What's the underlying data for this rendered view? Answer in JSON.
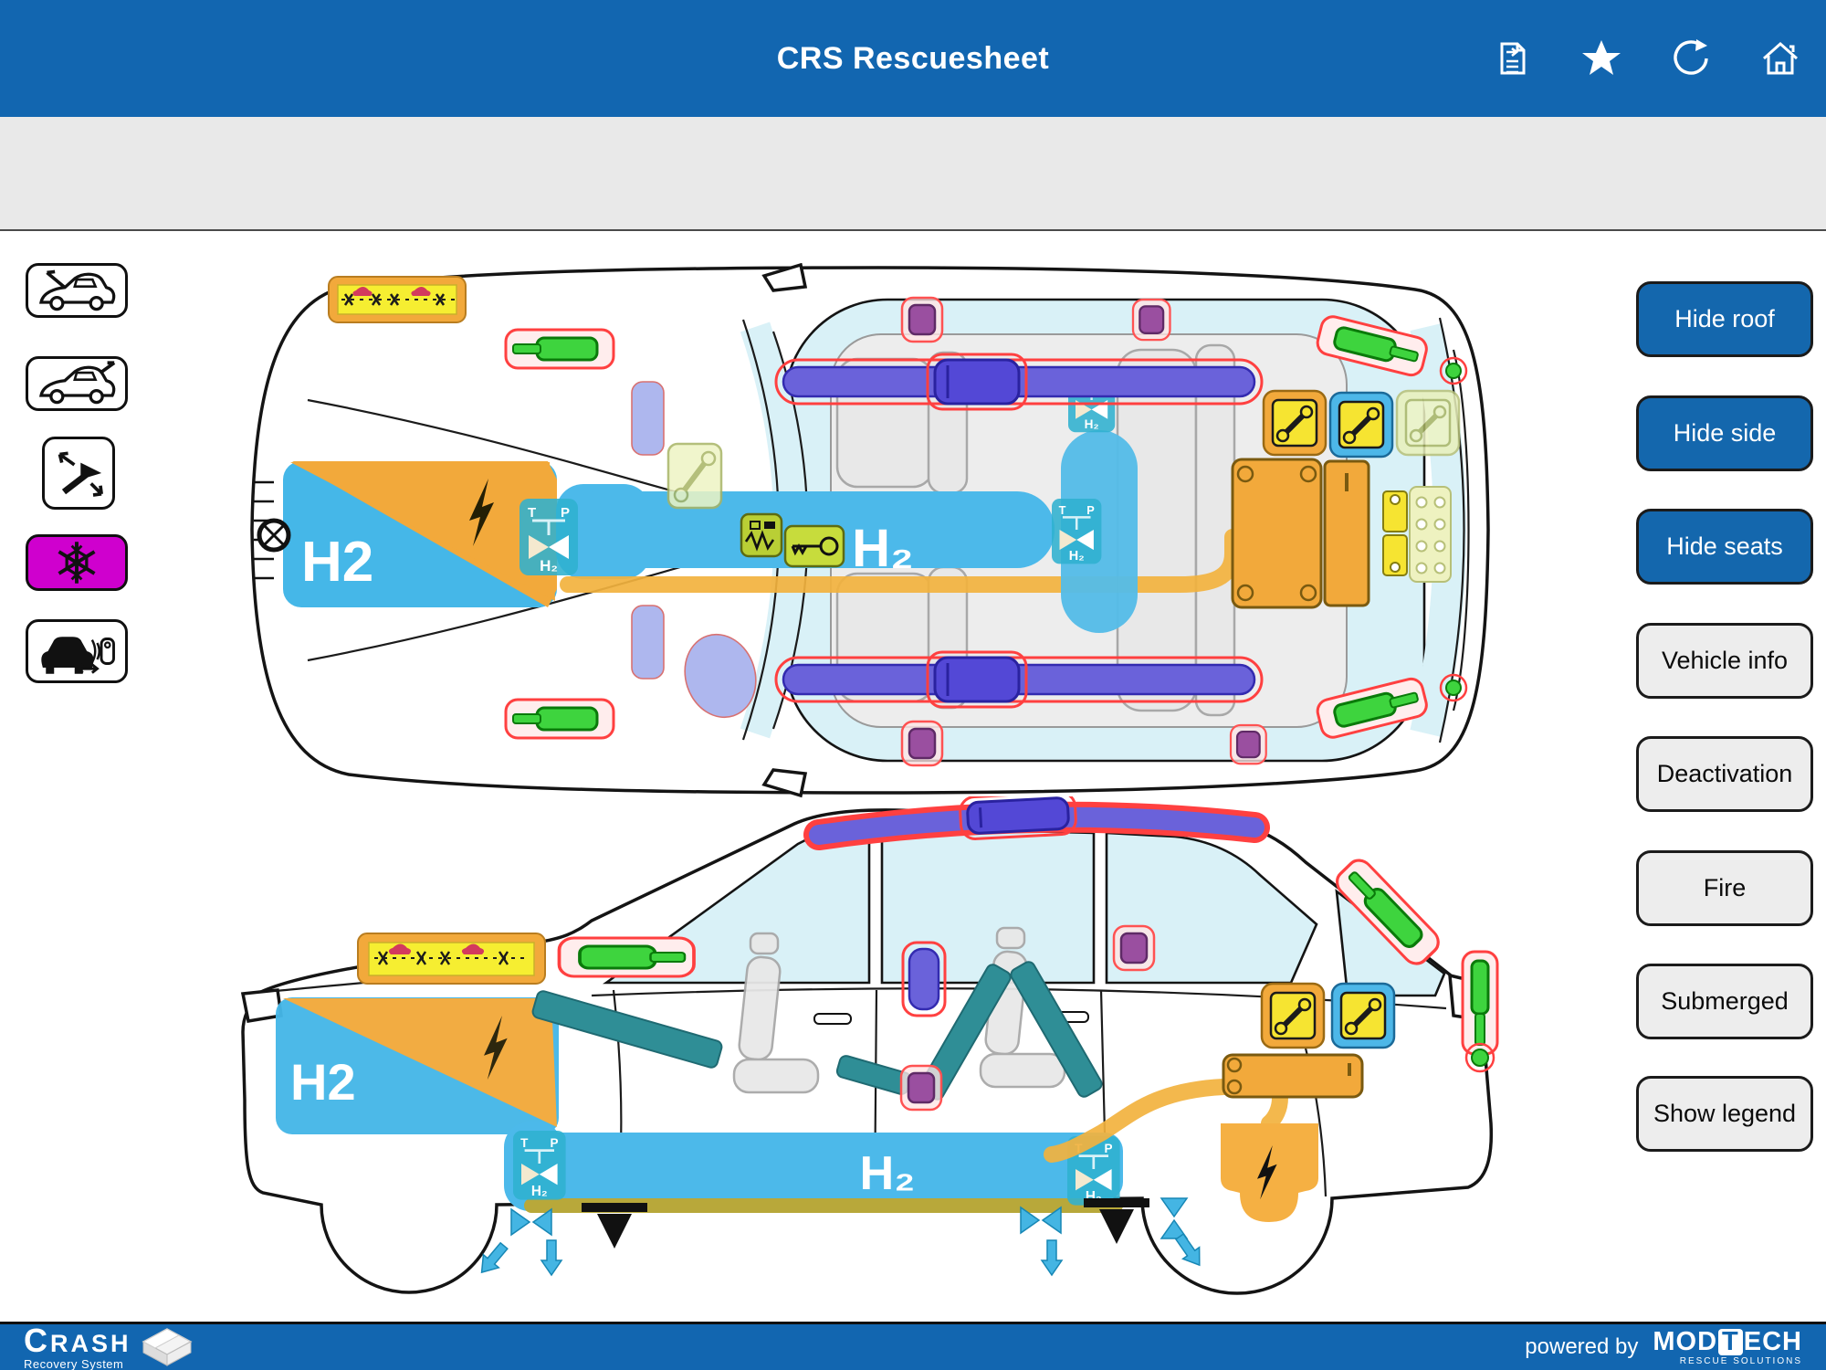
{
  "header": {
    "title": "CRS Rescuesheet",
    "background": "#1266b0",
    "icons": [
      "rescuesheet-document-icon",
      "favorite-star-icon",
      "rotate-view-icon",
      "home-icon"
    ]
  },
  "sidebar": {
    "items": [
      {
        "name": "hood-open-toggle",
        "icon": "car-hood-open-icon"
      },
      {
        "name": "tailgate-open-toggle",
        "icon": "car-tailgate-open-icon"
      },
      {
        "name": "cut-tool-toggle",
        "icon": "hydraulic-cutter-icon"
      },
      {
        "name": "cryogenic-toggle",
        "icon": "snowflake-icon",
        "background": "#cf00ce"
      },
      {
        "name": "keyless-entry-toggle",
        "icon": "car-remote-key-icon"
      }
    ]
  },
  "actions": {
    "buttons": [
      {
        "label": "Hide roof",
        "variant": "primary"
      },
      {
        "label": "Hide side",
        "variant": "primary"
      },
      {
        "label": "Hide seats",
        "variant": "primary"
      },
      {
        "label": "Vehicle info",
        "variant": "secondary"
      },
      {
        "label": "Deactivation",
        "variant": "secondary"
      },
      {
        "label": "Fire",
        "variant": "secondary"
      },
      {
        "label": "Submerged",
        "variant": "secondary"
      },
      {
        "label": "Show legend",
        "variant": "secondary"
      }
    ]
  },
  "diagram": {
    "views": [
      "top",
      "side"
    ],
    "h2_plain": "H2",
    "h2_sub": "H₂",
    "valve_letters": {
      "t": "T",
      "p": "P"
    },
    "colors": {
      "h2_blue": "#45b7e8",
      "high_voltage_orange": "#f2a93b",
      "hv_cable_orange": "#f2b23e",
      "airbag_purple": "#6a62da",
      "pretensioner_magenta": "#9a4fa0",
      "gas_strut_green": "#3ed43e",
      "reinforcement_teal": "#2f8e96",
      "highlight_red": "#ff4040",
      "glass_cyan": "#d9f1f7",
      "fuse_yellow": "#f6e431",
      "cut_banner_yellow": "#f6ee31",
      "jack_arrow_blue": "#44b5e3",
      "sill_olive": "#b8a83a"
    },
    "components": [
      "h2-fuel-area",
      "high-voltage-area",
      "h2-shutoff-valve",
      "h2-tank",
      "h2-line",
      "curtain-airbag",
      "airbag-inflator",
      "seatbelt-pretensioner",
      "side-airbag",
      "gas-strut",
      "body-reinforcement-bar",
      "12v-battery",
      "hv-component",
      "hv-cable",
      "fuse-box",
      "srs-control-unit",
      "vehicle-key-reader",
      "do-not-cut-zone",
      "jack-point",
      "lift-arrows",
      "tow-eye"
    ]
  },
  "footer": {
    "brand": "CRASH",
    "brand_sub": "Recovery System",
    "powered_by": "powered by",
    "partner_pre": "MOD",
    "partner_t": "T",
    "partner_post": "ECH",
    "partner_sub": "RESCUE SOLUTIONS"
  }
}
